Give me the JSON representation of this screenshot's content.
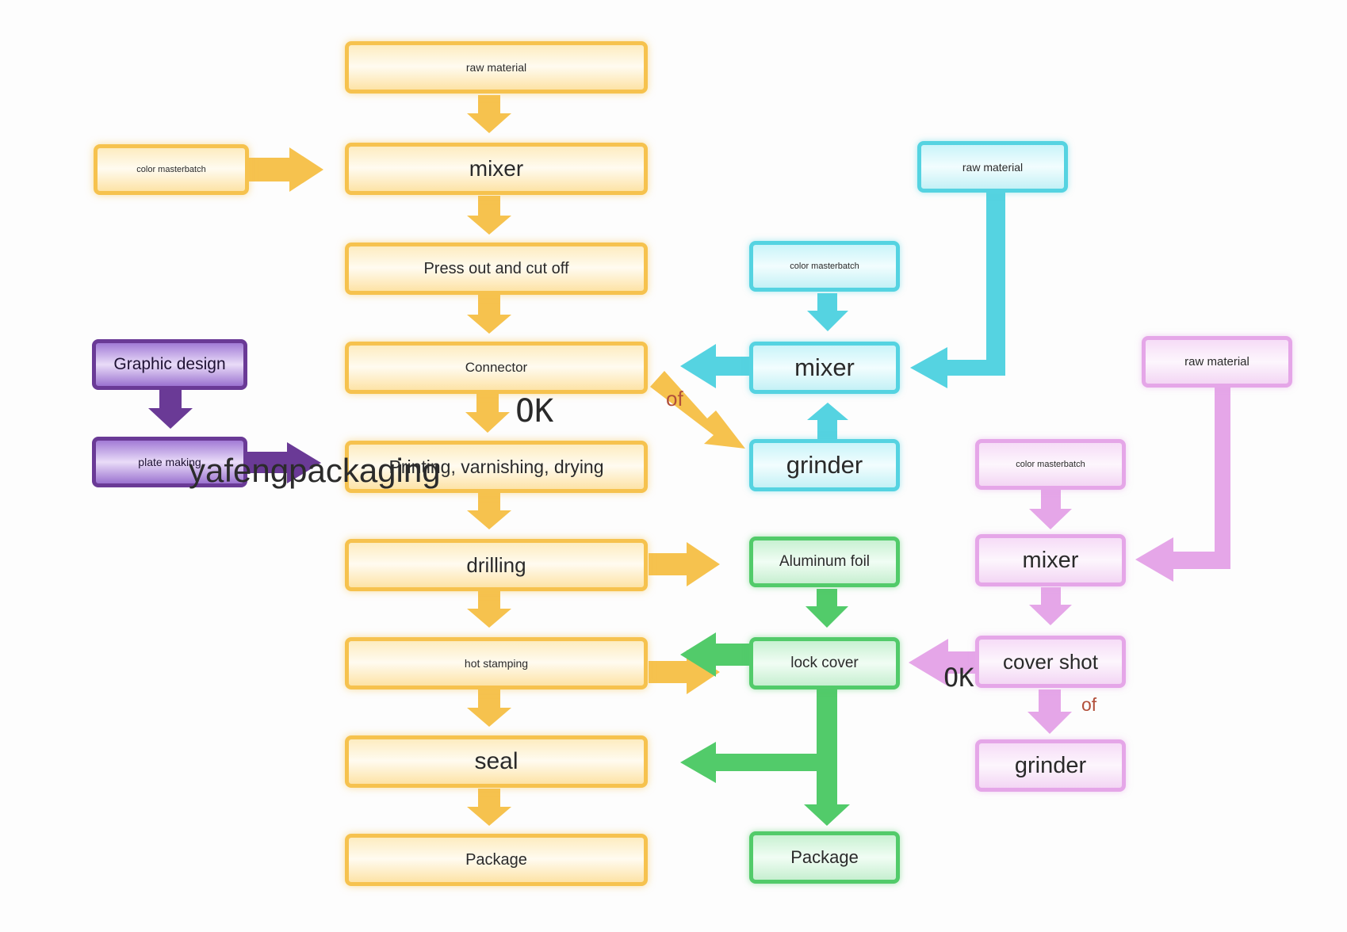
{
  "main_flow": {
    "raw_material": "raw material",
    "mixer": "mixer",
    "press_out": "Press out and cut off",
    "connector": "Connector",
    "printing": "Printing, varnishing, drying",
    "drilling": "drilling",
    "hot_stamping": "hot stamping",
    "seal": "seal",
    "package": "Package"
  },
  "side_left": {
    "color_masterbatch": "color masterbatch",
    "graphic_design": "Graphic design",
    "plate_making": "plate making"
  },
  "cyan_flow": {
    "raw_material": "raw material",
    "color_masterbatch": "color masterbatch",
    "mixer": "mixer",
    "grinder": "grinder"
  },
  "green_flow": {
    "aluminum_foil": "Aluminum foil",
    "lock_cover": "lock cover",
    "package": "Package"
  },
  "pink_flow": {
    "raw_material": "raw material",
    "color_masterbatch": "color masterbatch",
    "mixer": "mixer",
    "cover_shot": "cover shot",
    "grinder": "grinder"
  },
  "labels": {
    "ok_main": "OK",
    "of_main": "of",
    "ok_pink": "OK",
    "of_pink": "of"
  },
  "watermark": "yafengpackaging",
  "colors": {
    "orange": "#f6c24e",
    "cyan": "#55d3e1",
    "green": "#52cb6a",
    "pink": "#e5a6e8",
    "purple": "#6a3a96"
  }
}
